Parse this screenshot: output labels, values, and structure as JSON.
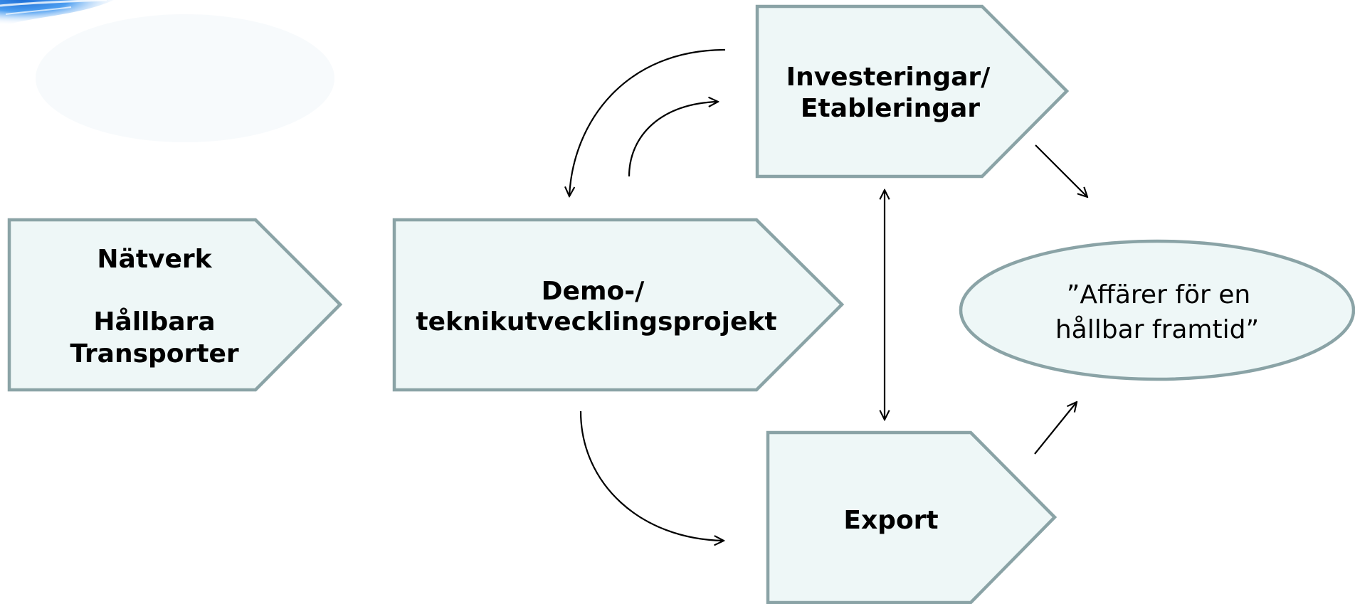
{
  "nodes": {
    "natverk": {
      "line1": "Nätverk",
      "line2": "Hållbara",
      "line3": "Transporter"
    },
    "demo": {
      "line1": "Demo-/",
      "line2": "teknikutvecklingsprojekt"
    },
    "investeringar": {
      "line1": "Investeringar/",
      "line2": "Etableringar"
    },
    "export": {
      "line1": "Export"
    },
    "goal": {
      "line1": "”Affärer för en",
      "line2": "hållbar framtid”"
    }
  },
  "colors": {
    "shape_fill": "#eef7f7",
    "shape_stroke": "#8aa3a6",
    "arrow": "#000000",
    "logo_blue": "#2f86e6"
  },
  "icons": {
    "logo": "blue-logo-fragment"
  }
}
